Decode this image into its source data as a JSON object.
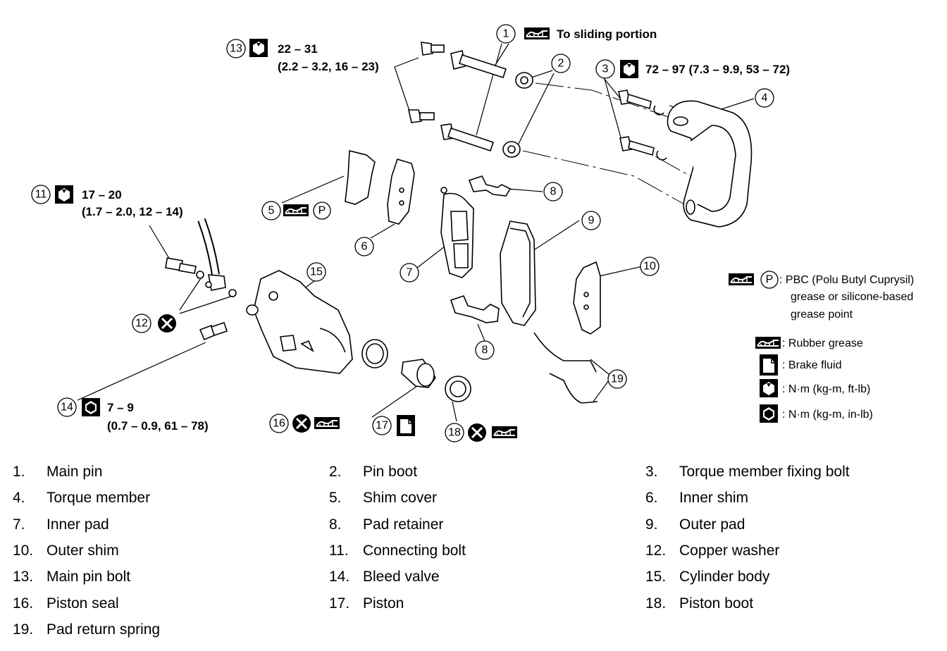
{
  "callouts": {
    "c1": "1",
    "c2": "2",
    "c3": "3",
    "c4": "4",
    "c5": "5",
    "c6": "6",
    "c7": "7",
    "c8a": "8",
    "c8b": "8",
    "c9": "9",
    "c10": "10",
    "c11": "11",
    "c12": "12",
    "c13": "13",
    "c14": "14",
    "c15": "15",
    "c16": "16",
    "c17": "17",
    "c18": "18",
    "c19": "19"
  },
  "annotations": {
    "sliding": "To sliding portion",
    "torque13_a": "22 – 31",
    "torque13_b": "(2.2 – 3.2, 16 – 23)",
    "torque3": "72 – 97 (7.3 – 9.9, 53 – 72)",
    "torque11_a": "17 – 20",
    "torque11_b": "(1.7 – 2.0, 12 – 14)",
    "torque14_a": "7 – 9",
    "torque14_b": "(0.7 – 0.9, 61 – 78)",
    "p_symbol": "P"
  },
  "legend": {
    "pbc_1": ": PBC (Polu Butyl Cuprysil)",
    "pbc_2": "grease or silicone-based",
    "pbc_3": "grease point",
    "rubber": ": Rubber grease",
    "brake": ": Brake fluid",
    "nm_ft": ": N·m (kg-m, ft-lb)",
    "nm_in": ": N·m (kg-m, in-lb)"
  },
  "parts": [
    {
      "num": "1.",
      "name": "Main pin"
    },
    {
      "num": "2.",
      "name": "Pin boot"
    },
    {
      "num": "3.",
      "name": "Torque member fixing bolt"
    },
    {
      "num": "4.",
      "name": "Torque member"
    },
    {
      "num": "5.",
      "name": "Shim cover"
    },
    {
      "num": "6.",
      "name": "Inner shim"
    },
    {
      "num": "7.",
      "name": "Inner pad"
    },
    {
      "num": "8.",
      "name": "Pad retainer"
    },
    {
      "num": "9.",
      "name": "Outer pad"
    },
    {
      "num": "10.",
      "name": "Outer shim"
    },
    {
      "num": "11.",
      "name": "Connecting bolt"
    },
    {
      "num": "12.",
      "name": "Copper washer"
    },
    {
      "num": "13.",
      "name": "Main pin bolt"
    },
    {
      "num": "14.",
      "name": "Bleed valve"
    },
    {
      "num": "15.",
      "name": "Cylinder body"
    },
    {
      "num": "16.",
      "name": "Piston seal"
    },
    {
      "num": "17.",
      "name": "Piston"
    },
    {
      "num": "18.",
      "name": "Piston boot"
    },
    {
      "num": "19.",
      "name": "Pad return spring"
    }
  ]
}
